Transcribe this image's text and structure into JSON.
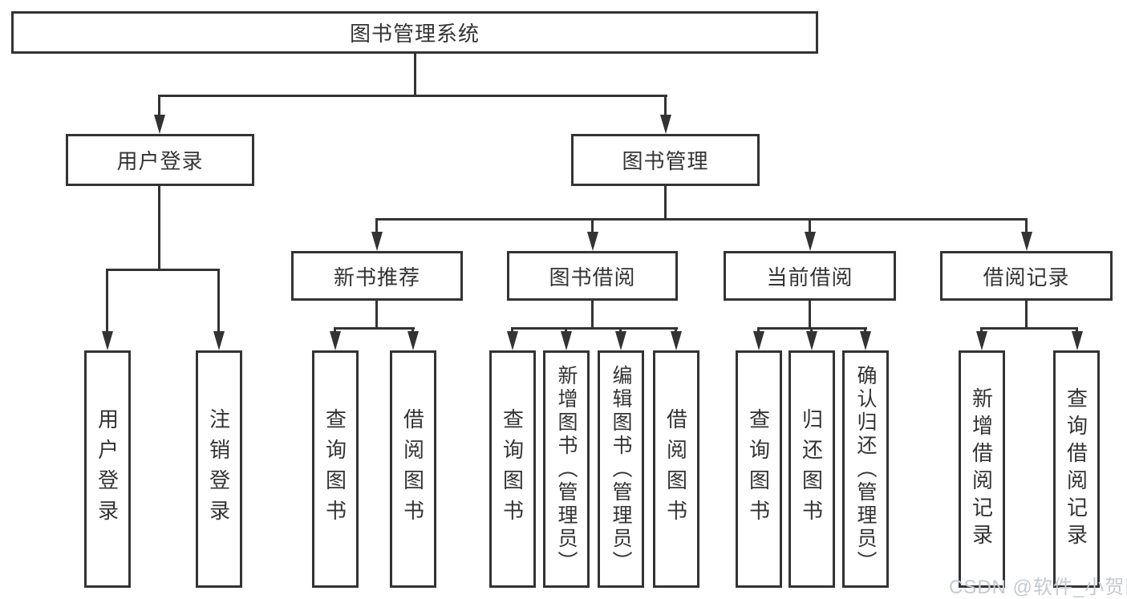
{
  "diagram": {
    "title_node": {
      "label": "图书管理系统"
    },
    "level2": [
      {
        "id": "user-login",
        "label": "用户登录"
      },
      {
        "id": "book-management",
        "label": "图书管理"
      }
    ],
    "level3": [
      {
        "id": "new-book-recommend",
        "label": "新书推荐"
      },
      {
        "id": "book-borrow",
        "label": "图书借阅"
      },
      {
        "id": "current-borrow",
        "label": "当前借阅"
      },
      {
        "id": "borrow-record",
        "label": "借阅记录"
      }
    ],
    "leaves": {
      "user_login": [
        {
          "label": "用户登录"
        },
        {
          "label": "注销登录"
        }
      ],
      "new_book": [
        {
          "label": "查询图书"
        },
        {
          "label": "借阅图书"
        }
      ],
      "book_borrow": [
        {
          "label": "查询图书"
        },
        {
          "label": "新增图书（管理员）"
        },
        {
          "label": "编辑图书（管理员）"
        },
        {
          "label": "借阅图书"
        }
      ],
      "current_borrow": [
        {
          "label": "查询图书"
        },
        {
          "label": "归还图书"
        },
        {
          "label": "确认归还（管理员）"
        }
      ],
      "borrow_record": [
        {
          "label": "新增借阅记录"
        },
        {
          "label": "查询借阅记录"
        }
      ]
    },
    "watermark": "CSDN @软件_小贺同学",
    "colors": {
      "line": "#333333",
      "text": "#333333",
      "watermark": "#c5c9d1",
      "background": "#ffffff"
    }
  }
}
